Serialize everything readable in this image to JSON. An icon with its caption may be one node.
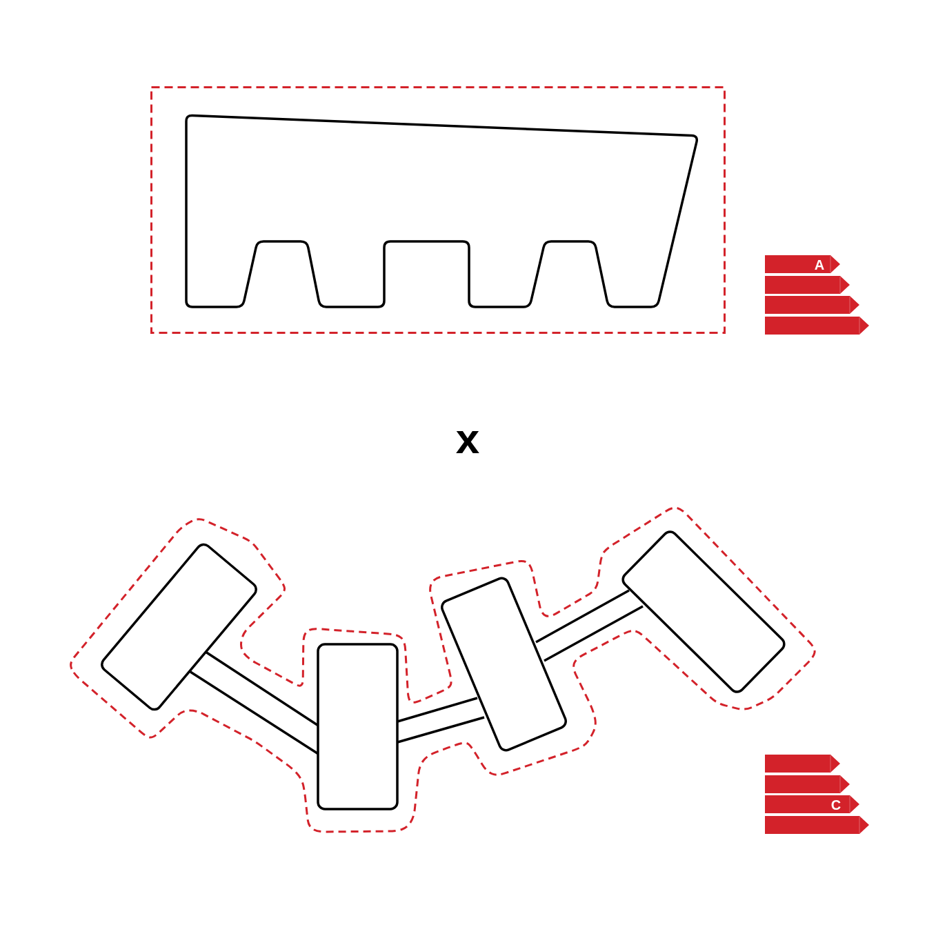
{
  "diagram": {
    "labels": [
      "A",
      "x",
      "C"
    ]
  }
}
